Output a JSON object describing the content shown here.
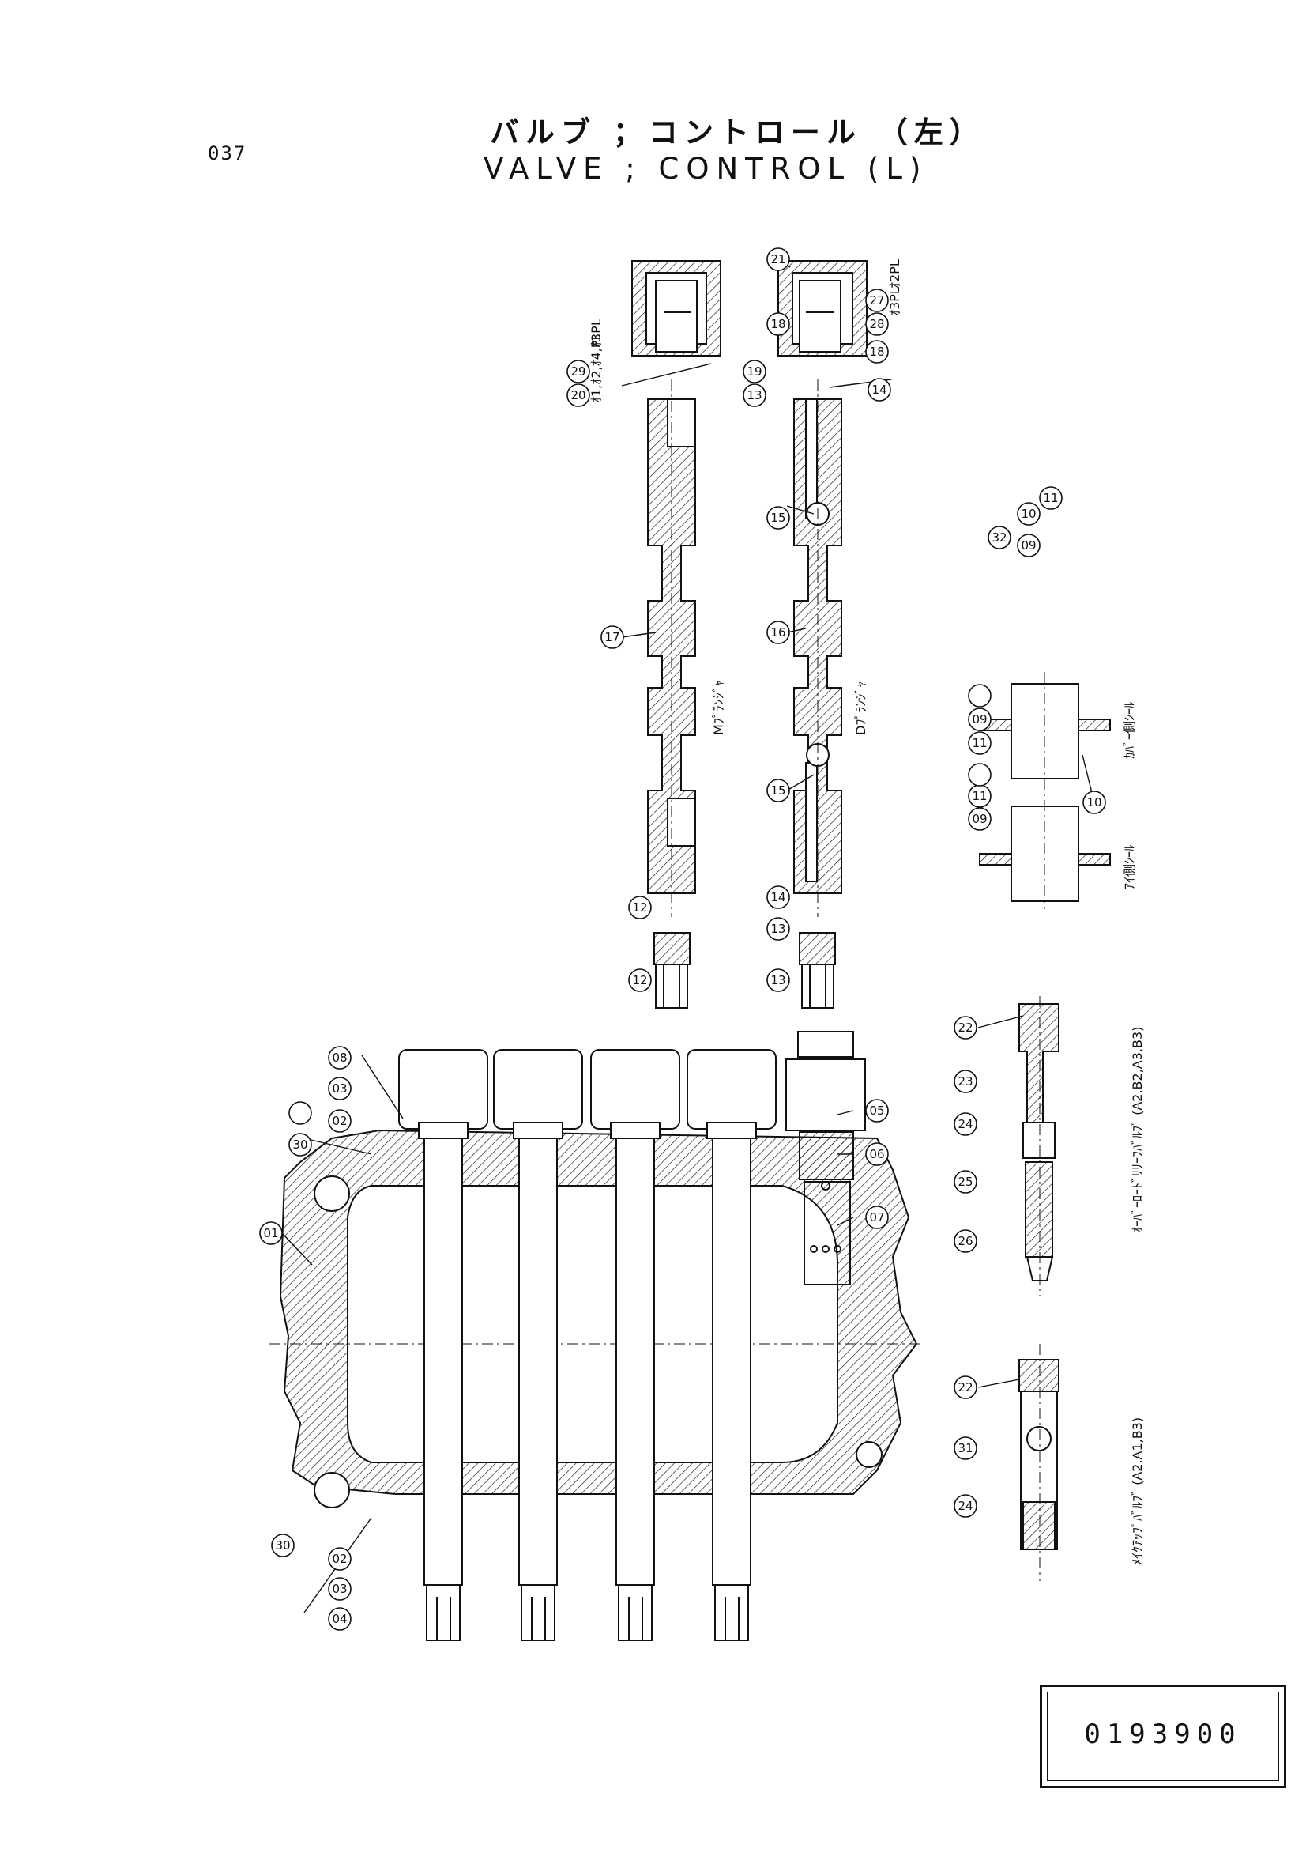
{
  "page": {
    "number": "037"
  },
  "title": {
    "japanese": "バルブ ；コントロール （左）",
    "english": "VALVE ; CONTROL (L)"
  },
  "part_number": "0193900",
  "callouts": {
    "c01": "01",
    "c02a": "02",
    "c02b": "02",
    "c03a": "03",
    "c03b": "03",
    "c04": "04",
    "c05": "05",
    "c06": "06",
    "c07": "07",
    "c08": "08",
    "c09a": "09",
    "c09b": "09",
    "c09c": "09",
    "c10a": "10",
    "c10b": "10",
    "c11a": "11",
    "c11b": "11",
    "c11c": "11",
    "c12a": "12",
    "c12b": "12",
    "c13a": "13",
    "c13b": "13",
    "c13c": "13",
    "c14a": "14",
    "c14b": "14",
    "c15a": "15",
    "c15b": "15",
    "c16": "16",
    "c17": "17",
    "c18a": "18",
    "c18b": "18",
    "c19": "19",
    "c20": "20",
    "c21": "21",
    "c22a": "22",
    "c22b": "22",
    "c23": "23",
    "c24a": "24",
    "c24b": "24",
    "c25": "25",
    "c26": "26",
    "c27": "27",
    "c28": "28",
    "c29": "29",
    "c30a": "30",
    "c30b": "30",
    "c31": "31",
    "c32": "32"
  },
  "notes": {
    "n29": "ｵ3PL",
    "n20": "ｵ1,ｵ2,ｵ4,PL",
    "n27": "ｵ2PL",
    "n28": "ｵ3PL",
    "m_plunger": "Mﾌﾟﾗﾝｼﾞｬ",
    "d_plunger": "Dﾌﾟﾗﾝｼﾞｬ",
    "cover_seal": "ｶﾊﾞｰ側ｼｰﾙ",
    "eye_seal": "ｱｲ側ｼｰﾙ",
    "overload_valve": "ｵｰﾊﾞｰﾛｰﾄﾞﾘﾘｰﾌﾊﾞﾙﾌﾞ (A2,B2,A3,B3)",
    "makeup_valve": "ﾒｲｸｱｯﾌﾟﾊﾞﾙﾌﾞ (A2,A1,B3)"
  }
}
